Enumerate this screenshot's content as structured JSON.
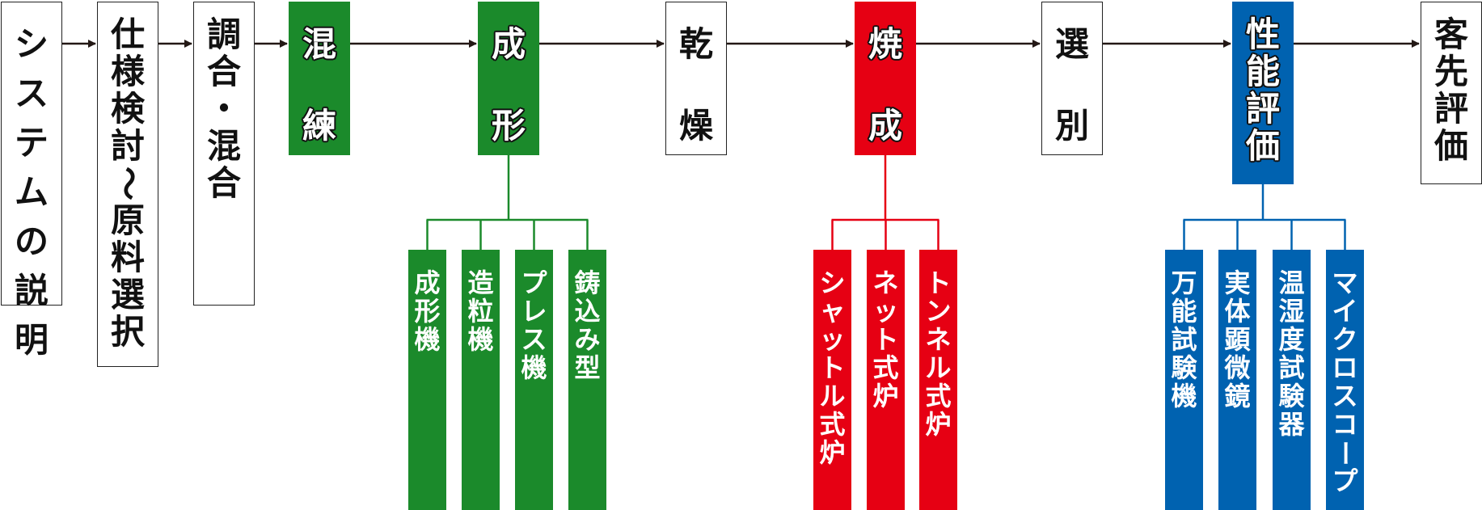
{
  "process": [
    {
      "id": "system",
      "text": "システムの説明",
      "color": "white"
    },
    {
      "id": "spec",
      "text": "仕様検討〜原料選択",
      "color": "white"
    },
    {
      "id": "blend",
      "text": "調合・混合",
      "color": "white"
    },
    {
      "id": "knead",
      "text": "混練",
      "color": "green"
    },
    {
      "id": "form",
      "text": "成形",
      "color": "green"
    },
    {
      "id": "dry",
      "text": "乾燥",
      "color": "white"
    },
    {
      "id": "fire",
      "text": "焼成",
      "color": "red"
    },
    {
      "id": "sort",
      "text": "選別",
      "color": "white"
    },
    {
      "id": "eval",
      "text": "性能評価",
      "color": "blue"
    },
    {
      "id": "customer",
      "text": "客先評価",
      "color": "white"
    }
  ],
  "branches": {
    "form": [
      "成形機",
      "造粒機",
      "プレス機",
      "鋳込み型"
    ],
    "fire": [
      "シャットル式炉",
      "ネット式炉",
      "トンネル式炉"
    ],
    "eval": [
      "万能試験機",
      "実体顕微鏡",
      "温湿度試験器",
      "マイクロスコープ"
    ]
  },
  "colors": {
    "green": "#1b8a2b",
    "red": "#e60013",
    "blue": "#0062b0",
    "arrow": "#231815"
  }
}
